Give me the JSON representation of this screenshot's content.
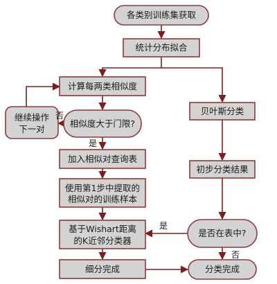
{
  "nodes": {
    "start": "各类别训练集获取",
    "fit": "统计分布拟合",
    "similarity": "计算每两类相似度",
    "threshold": "相似度大于门限?",
    "continue_l1": "继续操作",
    "continue_l2": "下一对",
    "add_table": "加入相似对查询表",
    "use_l1": "使用第1步中提取的",
    "use_l2": "相似对的训练样本",
    "knn_l1": "基于Wishart距离",
    "knn_l2": "的K近邻分类器",
    "fine": "细分完成",
    "bayes": "贝叶斯分类",
    "initial": "初步分类结果",
    "in_table": "是否在表中?",
    "done": "分类完成"
  },
  "edge_labels": {
    "threshold_no": "否",
    "threshold_yes": "是",
    "in_table_yes": "是",
    "in_table_no": "否"
  },
  "colors": {
    "box_fill": "#d3d3d3",
    "box_border": "#8c3a3a",
    "edge": "#7a1f1f"
  }
}
